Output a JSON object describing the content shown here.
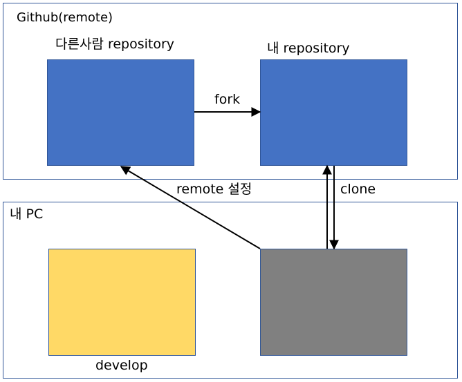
{
  "colors": {
    "remote_repo_fill": "#4472c4",
    "develop_fill": "#ffd966",
    "local_repo_fill": "#808080",
    "region_border": "#2f5597",
    "arrow": "#000000"
  },
  "regions": {
    "remote": {
      "label": "Github(remote)"
    },
    "local": {
      "label": "내 PC"
    }
  },
  "nodes": {
    "other_repo": {
      "label": "다른사람 repository"
    },
    "my_repo": {
      "label": "내 repository"
    },
    "develop": {
      "label": "develop"
    },
    "local_repo": {
      "label": ""
    }
  },
  "edges": {
    "fork": {
      "label": "fork",
      "from": "other_repo",
      "to": "my_repo"
    },
    "clone": {
      "label": "clone",
      "from": "my_repo",
      "to": "local_repo"
    },
    "push": {
      "label": "",
      "from": "local_repo",
      "to": "my_repo"
    },
    "remote_setting": {
      "label": "remote 설정",
      "from": "local_repo",
      "to": "other_repo"
    }
  }
}
